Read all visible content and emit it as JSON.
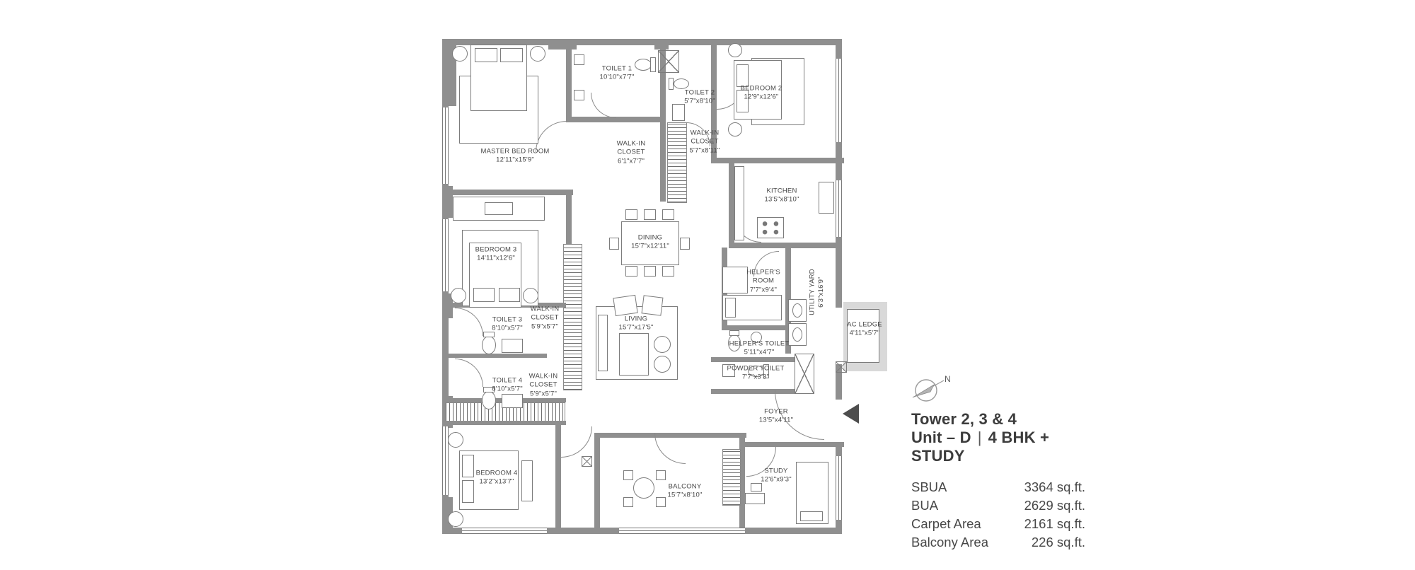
{
  "plan": {
    "rooms": [
      {
        "name": "MASTER BED ROOM",
        "dims": "12'11\"x15'9\""
      },
      {
        "name": "TOILET 1",
        "dims": "10'10\"x7'7\""
      },
      {
        "name": "TOILET 2",
        "dims": "5'7\"x8'10\""
      },
      {
        "name": "BEDROOM 2",
        "dims": "12'9\"x12'6\""
      },
      {
        "name": "WALK-IN CLOSET",
        "dims": "6'1\"x7'7\""
      },
      {
        "name": "WALK-IN CLOSET",
        "dims": "5'7\"x8'11\""
      },
      {
        "name": "KITCHEN",
        "dims": "13'5\"x8'10\""
      },
      {
        "name": "DINING",
        "dims": "15'7\"x12'11\""
      },
      {
        "name": "BEDROOM 3",
        "dims": "14'11\"x12'6\""
      },
      {
        "name": "HELPER'S ROOM",
        "dims": "7'7\"x9'4\""
      },
      {
        "name": "UTILITY YARD",
        "dims": "6'3\"x16'9\""
      },
      {
        "name": "TOILET 3",
        "dims": "8'10\"x5'7\""
      },
      {
        "name": "WALK-IN CLOSET",
        "dims": "5'9\"x5'7\""
      },
      {
        "name": "LIVING",
        "dims": "15'7\"x17'5\""
      },
      {
        "name": "HELPER'S TOILET",
        "dims": "5'11\"x4'7\""
      },
      {
        "name": "TOILET 4",
        "dims": "8'10\"x5'7\""
      },
      {
        "name": "WALK-IN CLOSET",
        "dims": "5'9\"x5'7\""
      },
      {
        "name": "POWDER TOILET",
        "dims": "7'7\"x3'3\""
      },
      {
        "name": "AC LEDGE",
        "dims": "4'11\"x5'7\""
      },
      {
        "name": "FOYER",
        "dims": "13'5\"x4'11\""
      },
      {
        "name": "BEDROOM 4",
        "dims": "13'2\"x13'7\""
      },
      {
        "name": "BALCONY",
        "dims": "15'7\"x8'10\""
      },
      {
        "name": "STUDY",
        "dims": "12'6\"x9'3\""
      }
    ]
  },
  "info": {
    "compass_label": "N",
    "title_line1": "Tower 2, 3 & 4",
    "unit": "Unit – D",
    "separator": "|",
    "unit_type": "4 BHK + STUDY",
    "areas": [
      {
        "label": "SBUA",
        "value": "3364 sq.ft."
      },
      {
        "label": "BUA",
        "value": "2629 sq.ft."
      },
      {
        "label": "Carpet Area",
        "value": "2161 sq.ft."
      },
      {
        "label": "Balcony Area",
        "value": "226 sq.ft."
      }
    ]
  },
  "colors": {
    "wall": "#8f8f8f",
    "text": "#474747",
    "title": "#3c3c3c"
  }
}
